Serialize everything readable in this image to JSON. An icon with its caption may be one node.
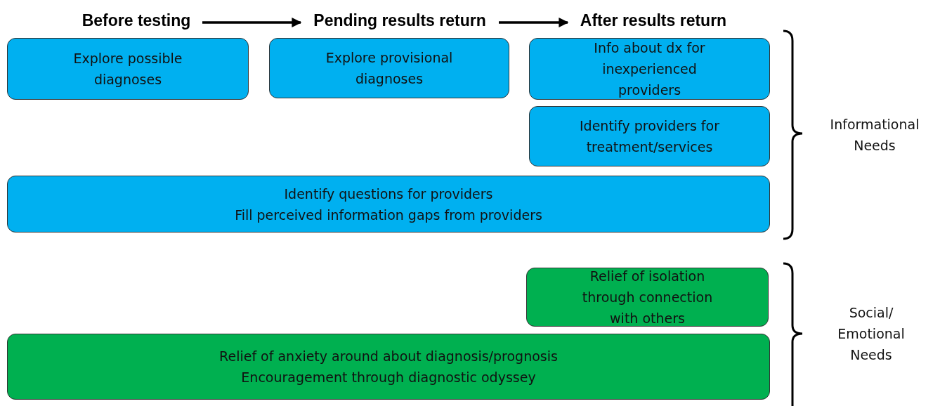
{
  "diagram": {
    "nodes": [
      {
        "text": [
          "Before testing"
        ]
      },
      {
        "text": [
          "Pending results return"
        ]
      },
      {
        "text": [
          "After results return"
        ]
      },
      {
        "text": [
          "Explore possible diagnoses"
        ]
      },
      {
        "text": [
          "Explore provisional diagnoses"
        ]
      },
      {
        "text": [
          "Info about dx for inexperienced providers"
        ]
      },
      {
        "text": [
          "Identify providers for treatment/services"
        ]
      },
      {
        "text": [
          "Identify questions for providers",
          "Fill perceived information gaps from providers"
        ]
      },
      {
        "text": [
          "Relief of isolation through connection with others"
        ]
      },
      {
        "text": [
          "Relief of anxiety around about diagnosis/prognosis",
          "Encouragement through diagnostic odyssey"
        ]
      }
    ],
    "edges": [
      {
        "from": 0,
        "to": 1,
        "arrow": "to"
      },
      {
        "from": 1,
        "to": 2,
        "arrow": "to"
      }
    ],
    "labels": [
      "Informational Needs",
      "Social/ Emotional Needs"
    ]
  }
}
